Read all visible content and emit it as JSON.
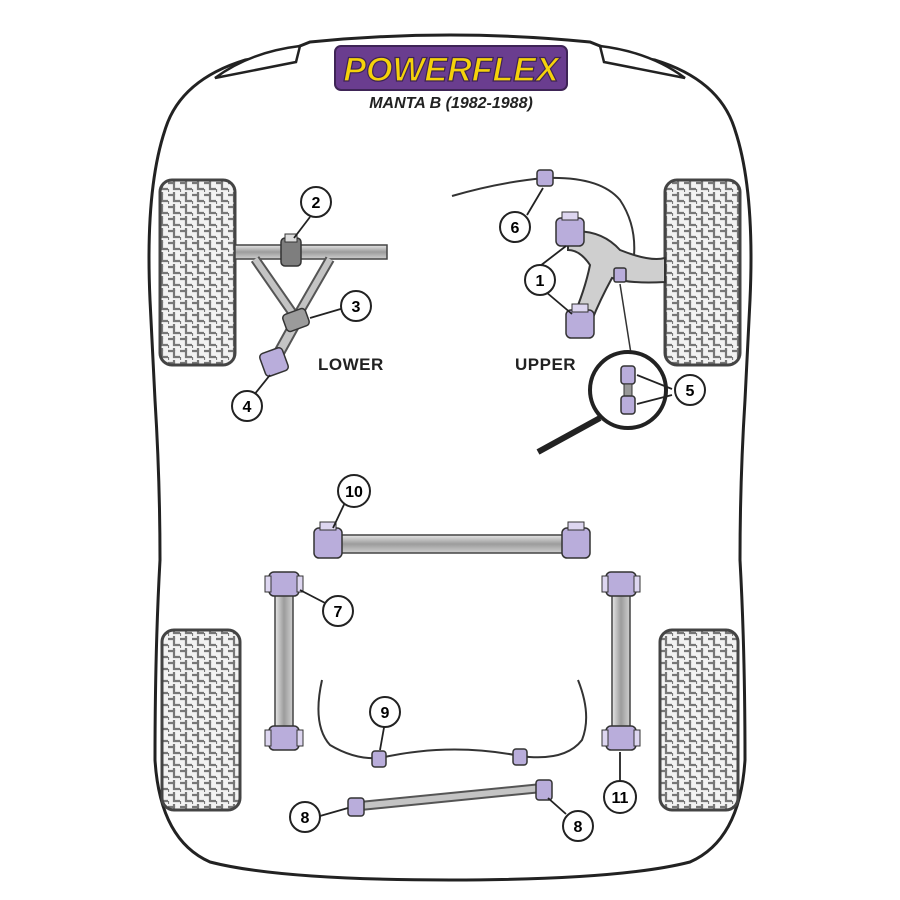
{
  "brand": {
    "logo_text": "POWERFLEX",
    "subtitle": "MANTA B (1982-1988)"
  },
  "sections": {
    "lower": "LOWER",
    "upper": "UPPER"
  },
  "callouts": {
    "c1": "1",
    "c2": "2",
    "c3": "3",
    "c4": "4",
    "c5": "5",
    "c6": "6",
    "c7": "7",
    "c8a": "8",
    "c8b": "8",
    "c9": "9",
    "c10": "10",
    "c11": "11"
  },
  "colors": {
    "body_outline": "#222222",
    "tyre": "#8a8a8a",
    "bush_purple": "#b9addb",
    "bush_light": "#ddd6f0",
    "bar_grey": "#a9a9a9",
    "logo_yellow": "#f5d20a",
    "logo_purple": "#6a3d8f"
  }
}
